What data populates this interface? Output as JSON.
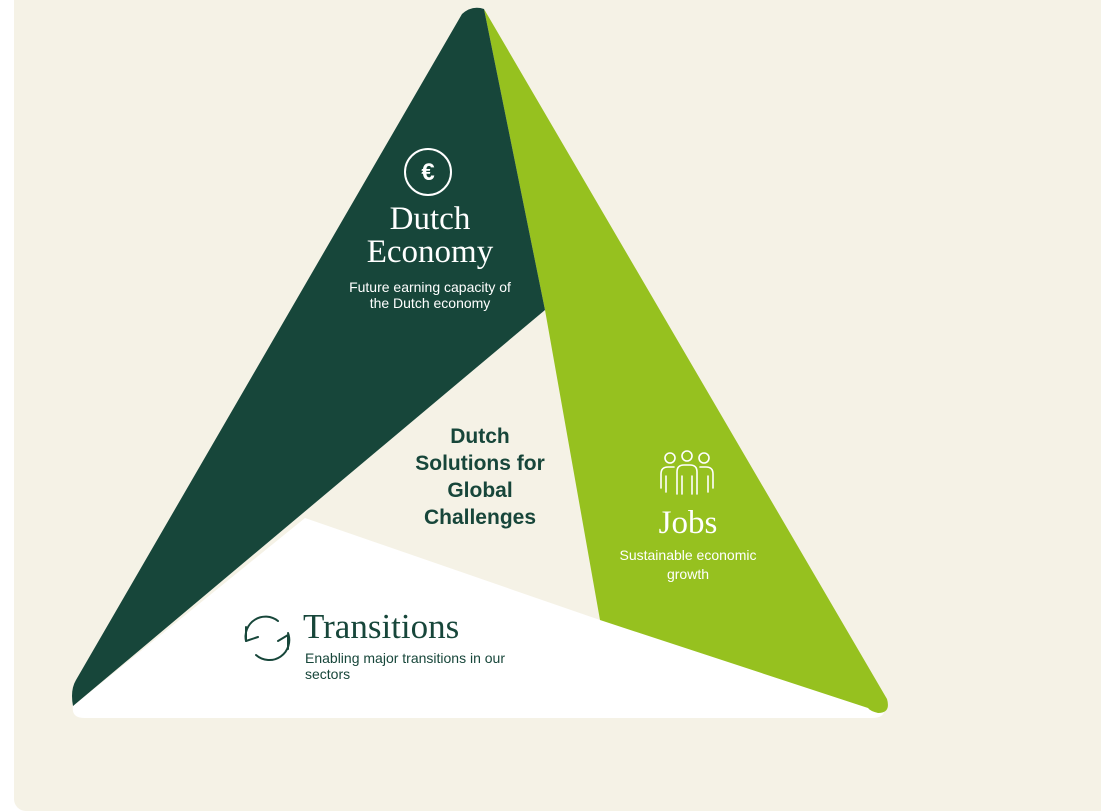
{
  "background": "#f5f2e6",
  "colors": {
    "dark_green": "#17463a",
    "lime_green": "#96c11f",
    "white": "#ffffff"
  },
  "center": {
    "label": "Dutch Solutions for Global Challenges"
  },
  "segments": [
    {
      "id": "economy",
      "title_line1": "Dutch",
      "title_line2": "Economy",
      "subtitle": "Future earning capacity of the Dutch economy",
      "icon": "euro-icon",
      "color": "#17463a"
    },
    {
      "id": "jobs",
      "title": "Jobs",
      "subtitle": "Sustainable economic growth",
      "icon": "people-icon",
      "color": "#96c11f"
    },
    {
      "id": "transitions",
      "title": "Transitions",
      "subtitle": "Enabling major transitions in our sectors",
      "icon": "cycle-arrows-icon",
      "color": "#ffffff"
    }
  ]
}
